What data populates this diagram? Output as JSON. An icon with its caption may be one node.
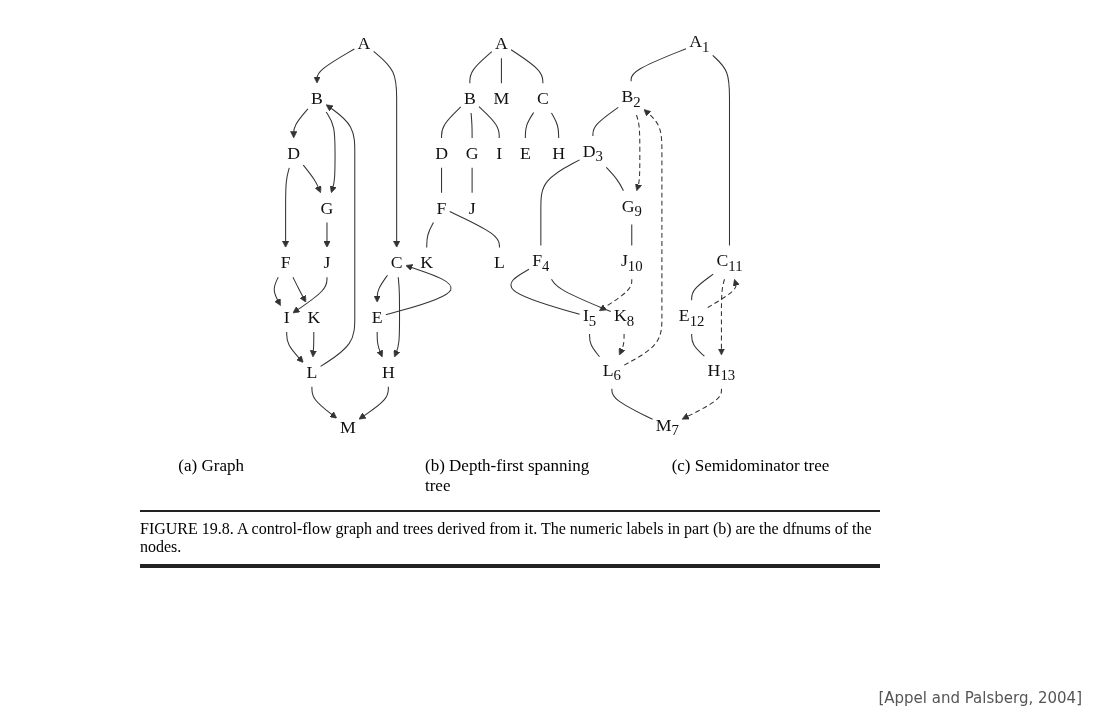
{
  "diagram": {
    "caption": "FIGURE 19.8. A control-flow graph and trees derived from it. The numeric labels in part (b) are the dfnums of the nodes.",
    "nodes": [
      {
        "text": [
          "A"
        ]
      },
      {
        "text": [
          "B"
        ]
      },
      {
        "text": [
          "C"
        ]
      },
      {
        "text": [
          "D"
        ]
      },
      {
        "text": [
          "E"
        ]
      },
      {
        "text": [
          "F"
        ]
      },
      {
        "text": [
          "G"
        ]
      },
      {
        "text": [
          "H"
        ]
      },
      {
        "text": [
          "I"
        ]
      },
      {
        "text": [
          "J"
        ]
      },
      {
        "text": [
          "K"
        ]
      },
      {
        "text": [
          "L"
        ]
      },
      {
        "text": [
          "M"
        ]
      },
      {
        "text": [
          "A$_{1}$"
        ]
      },
      {
        "text": [
          "B$_{2}$"
        ]
      },
      {
        "text": [
          "C$_{11}$"
        ]
      },
      {
        "text": [
          "D$_{3}$"
        ]
      },
      {
        "text": [
          "E$_{12}$"
        ]
      },
      {
        "text": [
          "F$_{4}$"
        ]
      },
      {
        "text": [
          "G$_{9}$"
        ]
      },
      {
        "text": [
          "H$_{13}$"
        ]
      },
      {
        "text": [
          "I$_{5}$"
        ]
      },
      {
        "text": [
          "J$_{10}$"
        ]
      },
      {
        "text": [
          "K$_{8}$"
        ]
      },
      {
        "text": [
          "L$_{6}$"
        ]
      },
      {
        "text": [
          "M$_{7}$"
        ]
      },
      {
        "text": [
          "A"
        ]
      },
      {
        "text": [
          "B"
        ]
      },
      {
        "text": [
          "M"
        ]
      },
      {
        "text": [
          "C"
        ]
      },
      {
        "text": [
          "D"
        ]
      },
      {
        "text": [
          "G"
        ]
      },
      {
        "text": [
          "I"
        ]
      },
      {
        "text": [
          "E"
        ]
      },
      {
        "text": [
          "H"
        ]
      },
      {
        "text": [
          "F"
        ]
      },
      {
        "text": [
          "J"
        ]
      },
      {
        "text": [
          "K"
        ]
      },
      {
        "text": [
          "L"
        ]
      }
    ],
    "edges": [
      {
        "from": 0,
        "to": 1,
        "arrow": "to"
      },
      {
        "from": 0,
        "to": 2,
        "arrow": "to"
      },
      {
        "from": 1,
        "to": 3,
        "arrow": "to"
      },
      {
        "from": 1,
        "to": 6,
        "arrow": "to"
      },
      {
        "from": 3,
        "to": 5,
        "arrow": "to"
      },
      {
        "from": 3,
        "to": 6,
        "arrow": "to"
      },
      {
        "from": 5,
        "to": 8,
        "arrow": "to"
      },
      {
        "from": 5,
        "to": 10,
        "arrow": "to"
      },
      {
        "from": 6,
        "to": 9,
        "arrow": "to"
      },
      {
        "from": 9,
        "to": 8,
        "arrow": "to"
      },
      {
        "from": 8,
        "to": 11,
        "arrow": "to"
      },
      {
        "from": 10,
        "to": 11,
        "arrow": "to"
      },
      {
        "from": 11,
        "to": 1,
        "arrow": "to"
      },
      {
        "from": 11,
        "to": 12,
        "arrow": "to"
      },
      {
        "from": 2,
        "to": 4,
        "arrow": "to"
      },
      {
        "from": 2,
        "to": 7,
        "arrow": "to"
      },
      {
        "from": 4,
        "to": 2,
        "arrow": "to"
      },
      {
        "from": 4,
        "to": 7,
        "arrow": "to"
      },
      {
        "from": 7,
        "to": 12,
        "arrow": "to"
      },
      {
        "from": 13,
        "to": 14,
        "arrow": "none"
      },
      {
        "from": 13,
        "to": 15,
        "arrow": "none"
      },
      {
        "from": 14,
        "to": 16,
        "arrow": "none"
      },
      {
        "from": 16,
        "to": 18,
        "arrow": "none"
      },
      {
        "from": 16,
        "to": 19,
        "arrow": "none"
      },
      {
        "from": 18,
        "to": 21,
        "arrow": "none"
      },
      {
        "from": 18,
        "to": 23,
        "arrow": "none"
      },
      {
        "from": 19,
        "to": 22,
        "arrow": "none"
      },
      {
        "from": 21,
        "to": 24,
        "arrow": "none"
      },
      {
        "from": 24,
        "to": 25,
        "arrow": "none"
      },
      {
        "from": 15,
        "to": 17,
        "arrow": "none"
      },
      {
        "from": 17,
        "to": 20,
        "arrow": "none"
      },
      {
        "from": 24,
        "to": 14,
        "arrow": "to",
        "style": "dashed"
      },
      {
        "from": 14,
        "to": 19,
        "arrow": "to",
        "style": "dashed"
      },
      {
        "from": 22,
        "to": 21,
        "arrow": "to",
        "style": "dashed"
      },
      {
        "from": 23,
        "to": 24,
        "arrow": "to",
        "style": "dashed"
      },
      {
        "from": 17,
        "to": 15,
        "arrow": "to",
        "style": "dashed"
      },
      {
        "from": 15,
        "to": 20,
        "arrow": "to",
        "style": "dashed"
      },
      {
        "from": 20,
        "to": 25,
        "arrow": "to",
        "style": "dashed"
      },
      {
        "from": 26,
        "to": 27,
        "arrow": "none"
      },
      {
        "from": 26,
        "to": 28,
        "arrow": "none"
      },
      {
        "from": 26,
        "to": 29,
        "arrow": "none"
      },
      {
        "from": 27,
        "to": 30,
        "arrow": "none"
      },
      {
        "from": 27,
        "to": 31,
        "arrow": "none"
      },
      {
        "from": 27,
        "to": 32,
        "arrow": "none"
      },
      {
        "from": 29,
        "to": 33,
        "arrow": "none"
      },
      {
        "from": 29,
        "to": 34,
        "arrow": "none"
      },
      {
        "from": 30,
        "to": 35,
        "arrow": "none"
      },
      {
        "from": 31,
        "to": 36,
        "arrow": "none"
      },
      {
        "from": 35,
        "to": 37,
        "arrow": "none"
      },
      {
        "from": 35,
        "to": 38,
        "arrow": "none"
      }
    ],
    "labels": [
      "(a) Graph",
      "(b) Depth-first spanning tree",
      "(c) Semidominator tree",
      "[Appel and Palsberg, 2004]"
    ]
  }
}
